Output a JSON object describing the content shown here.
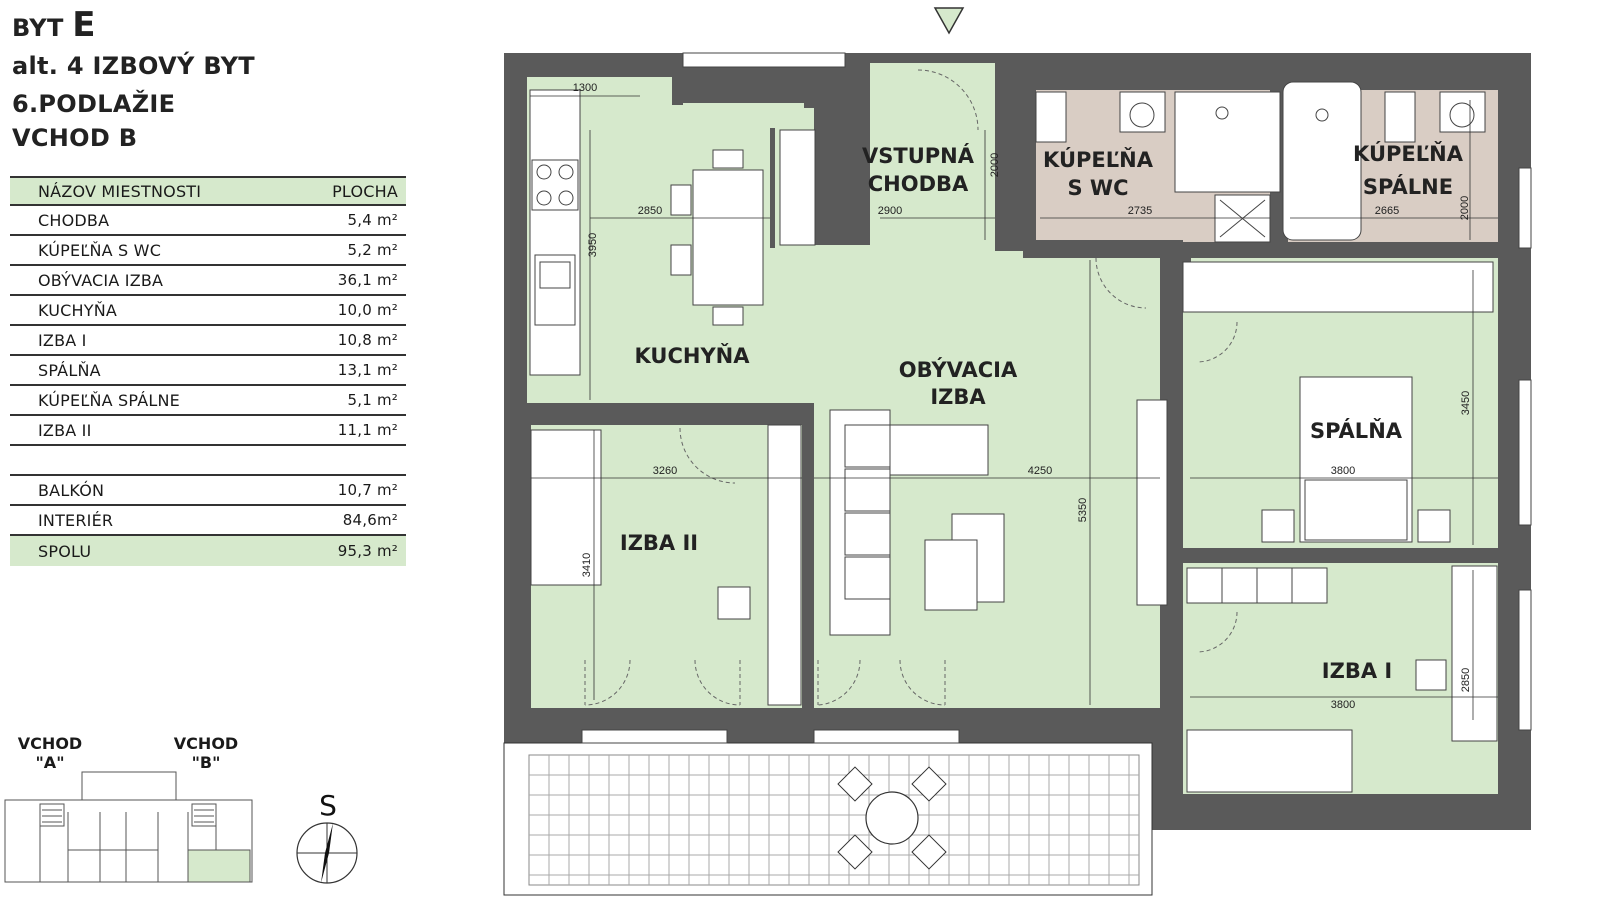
{
  "header": {
    "line1_prefix": "BYT",
    "line1_letter": "E",
    "line2": "alt. 4 IZBOVÝ BYT",
    "line3": "6.PODLAŽIE",
    "line4": "VCHOD B"
  },
  "table": {
    "col_name": "NÁZOV MIESTNOSTI",
    "col_area": "PLOCHA",
    "rows": [
      {
        "name": "CHODBA",
        "area": "5,4 m²"
      },
      {
        "name": "KÚPEĽŇA S WC",
        "area": "5,2 m²"
      },
      {
        "name": "OBÝVACIA IZBA",
        "area": "36,1 m²"
      },
      {
        "name": "KUCHYŇA",
        "area": "10,0 m²"
      },
      {
        "name": "IZBA I",
        "area": "10,8 m²"
      },
      {
        "name": "SPÁLŇA",
        "area": "13,1 m²"
      },
      {
        "name": "KÚPEĽŇA SPÁLNE",
        "area": "5,1 m²"
      },
      {
        "name": "IZBA II",
        "area": "11,1 m²"
      }
    ],
    "extra": [
      {
        "name": "BALKÓN",
        "area": "10,7 m²"
      },
      {
        "name": "INTERIÉR",
        "area": "84,6m²"
      }
    ],
    "total": {
      "name": "SPOLU",
      "area": "95,3 m²"
    }
  },
  "locator": {
    "vchod_a_line1": "VCHOD",
    "vchod_a_line2": "\"A\"",
    "vchod_b_line1": "VCHOD",
    "vchod_b_line2": "\"B\""
  },
  "compass": {
    "letter": "S"
  },
  "rooms": {
    "kuchyna": "KUCHYŇA",
    "obyvacia_1": "OBÝVACIA",
    "obyvacia_2": "IZBA",
    "vstupna_1": "VSTUPNÁ",
    "vstupna_2": "CHODBA",
    "kupelna_wc_1": "KÚPEĽŇA",
    "kupelna_wc_2": "S WC",
    "kupelna_spalne_1": "KÚPEĽŇA",
    "kupelna_spalne_2": "SPÁLNE",
    "spalna": "SPÁLŇA",
    "izba1": "IZBA I",
    "izba2": "IZBA II"
  },
  "dimensions": {
    "d1300": "1300",
    "d2850": "2850",
    "d3950": "3950",
    "d2900": "2900",
    "d2000a": "2000",
    "d2735": "2735",
    "d2665": "2665",
    "d2000b": "2000",
    "d3260": "3260",
    "d4250": "4250",
    "d5350": "5350",
    "d3410": "3410",
    "d3800a": "3800",
    "d3450": "3450",
    "d3800b": "3800",
    "d2850b": "2850"
  },
  "colors": {
    "room_green": "#d6e9cc",
    "bath_brown": "#d9cdc4",
    "wall": "#5a5a5a",
    "table_header_green": "#d6e9cc"
  }
}
